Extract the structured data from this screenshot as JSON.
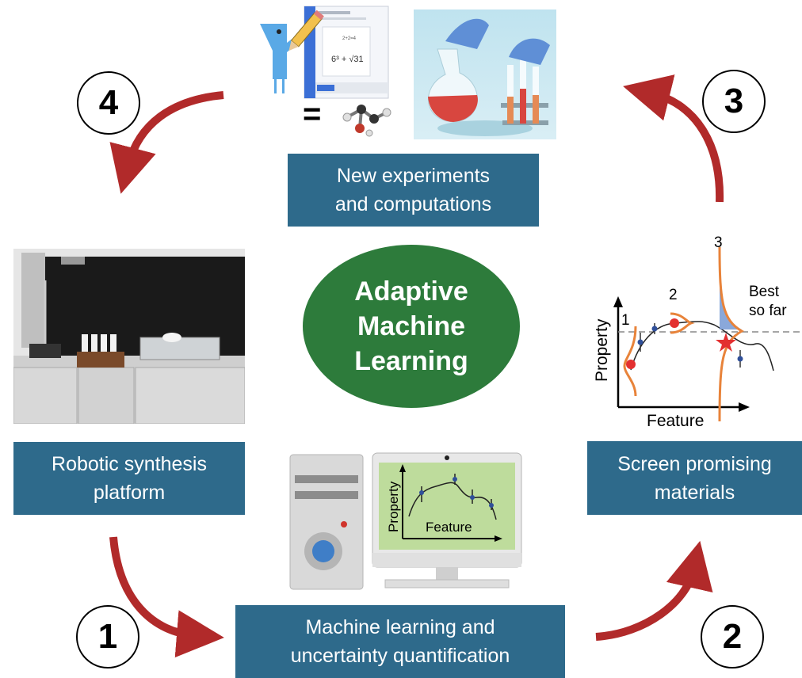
{
  "center": {
    "lines": [
      "Adaptive",
      "Machine",
      "Learning"
    ]
  },
  "steps": [
    {
      "number": "1"
    },
    {
      "number": "2"
    },
    {
      "number": "3"
    },
    {
      "number": "4"
    }
  ],
  "boxes": {
    "new_experiments": [
      "New experiments",
      "and computations"
    ],
    "robotic": [
      "Robotic synthesis",
      "platform"
    ],
    "screen": [
      "Screen promising",
      "materials"
    ],
    "ml": [
      "Machine learning and",
      "uncertainty quantification"
    ]
  },
  "screen_plot": {
    "ylabel": "Property",
    "xlabel": "Feature",
    "candidates": [
      "1",
      "2",
      "3"
    ],
    "best_label": [
      "Best",
      "so far"
    ]
  },
  "monitor_plot": {
    "ylabel": "Property",
    "xlabel": "Feature"
  },
  "calc_doc": {
    "equation": "6³ + √31",
    "small": "2+2=4"
  },
  "equals_sign": "=",
  "colors": {
    "box": "#2e6a8b",
    "ellipse": "#2d7b3b",
    "arrow": "#b12a2a",
    "curve": "#e8833a",
    "best_fill": "#7d9fd6",
    "star": "#e33030"
  }
}
